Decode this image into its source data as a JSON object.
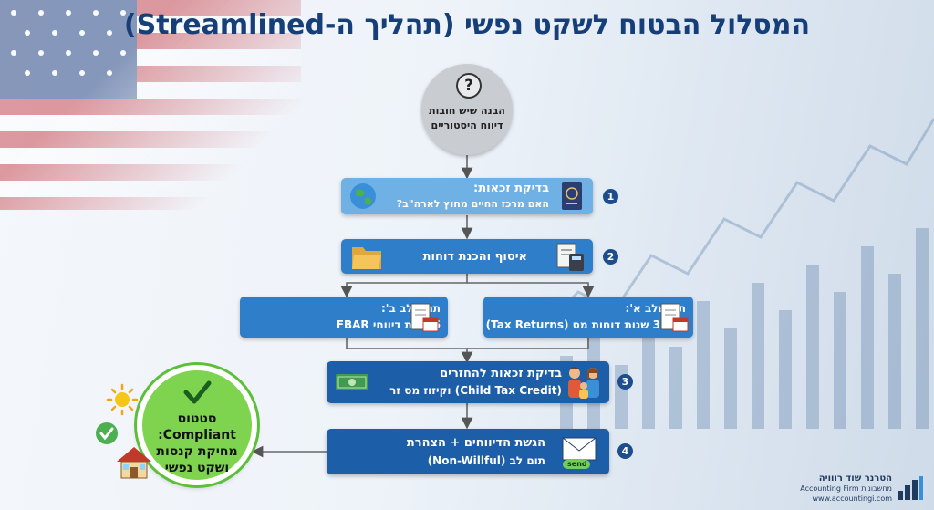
{
  "title": "המסלול הבטוח לשקט נפשי (תהליך ה-Streamlined)",
  "start": {
    "icon": "question-icon",
    "line1": "הבנה שיש חובות",
    "line2": "דיווח היסטוריים"
  },
  "steps": [
    {
      "number": "1",
      "line1": "בדיקת זכאות:",
      "line2": "האם מרכז החיים מחוץ לארה\"ב?",
      "icon_left": "globe-icon",
      "icon_right": "passport-icon"
    },
    {
      "number": "2",
      "line1": "איסוף והכנת דוחות",
      "icon_left": "folder-icon",
      "icon_right": "tax-calculator-icon"
    },
    {
      "number": "3",
      "line1": "בדיקת זכאות להחזרים",
      "line2": "(Child Tax Credit) וקיזוז מס זר",
      "icon_left": "money-icon",
      "icon_right": "family-icon"
    },
    {
      "number": "4",
      "line1": "הגשת הדיווחים + הצהרת",
      "line2": "תום לב (Non-Willful)",
      "icon_left": "send-envelope-icon",
      "icon_label": "send"
    }
  ],
  "substeps": [
    {
      "line1": "תת-שלב א':",
      "line2": "3 שנות דוחות מס (Tax Returns)",
      "icon": "document-calendar-icon"
    },
    {
      "line1": "תת-שלב ב':",
      "line2": "6 שנות דיווחי FBAR",
      "icon": "document-calendar-icon"
    }
  ],
  "status": {
    "line1": "סטטוס",
    "line2": "Compliant:",
    "line3": "מחיקת קנסות",
    "line4": "ושקט נפשי",
    "icons": [
      "check-icon",
      "sun-icon",
      "check-circle-icon",
      "house-icon"
    ]
  },
  "logo": {
    "name": "הטרנר שוד רווויה",
    "sub": "Accounting Firm מחשבונות",
    "url": "www.accountingi.com",
    "icon": "bar-chart-logo-icon"
  },
  "colors": {
    "title": "#163e78",
    "light_box": "#6fb0e5",
    "mid_box": "#2f7ec9",
    "dark_box": "#1d5ea8",
    "status_green": "#7ed44f",
    "number_badge": "#1d4d8c"
  }
}
